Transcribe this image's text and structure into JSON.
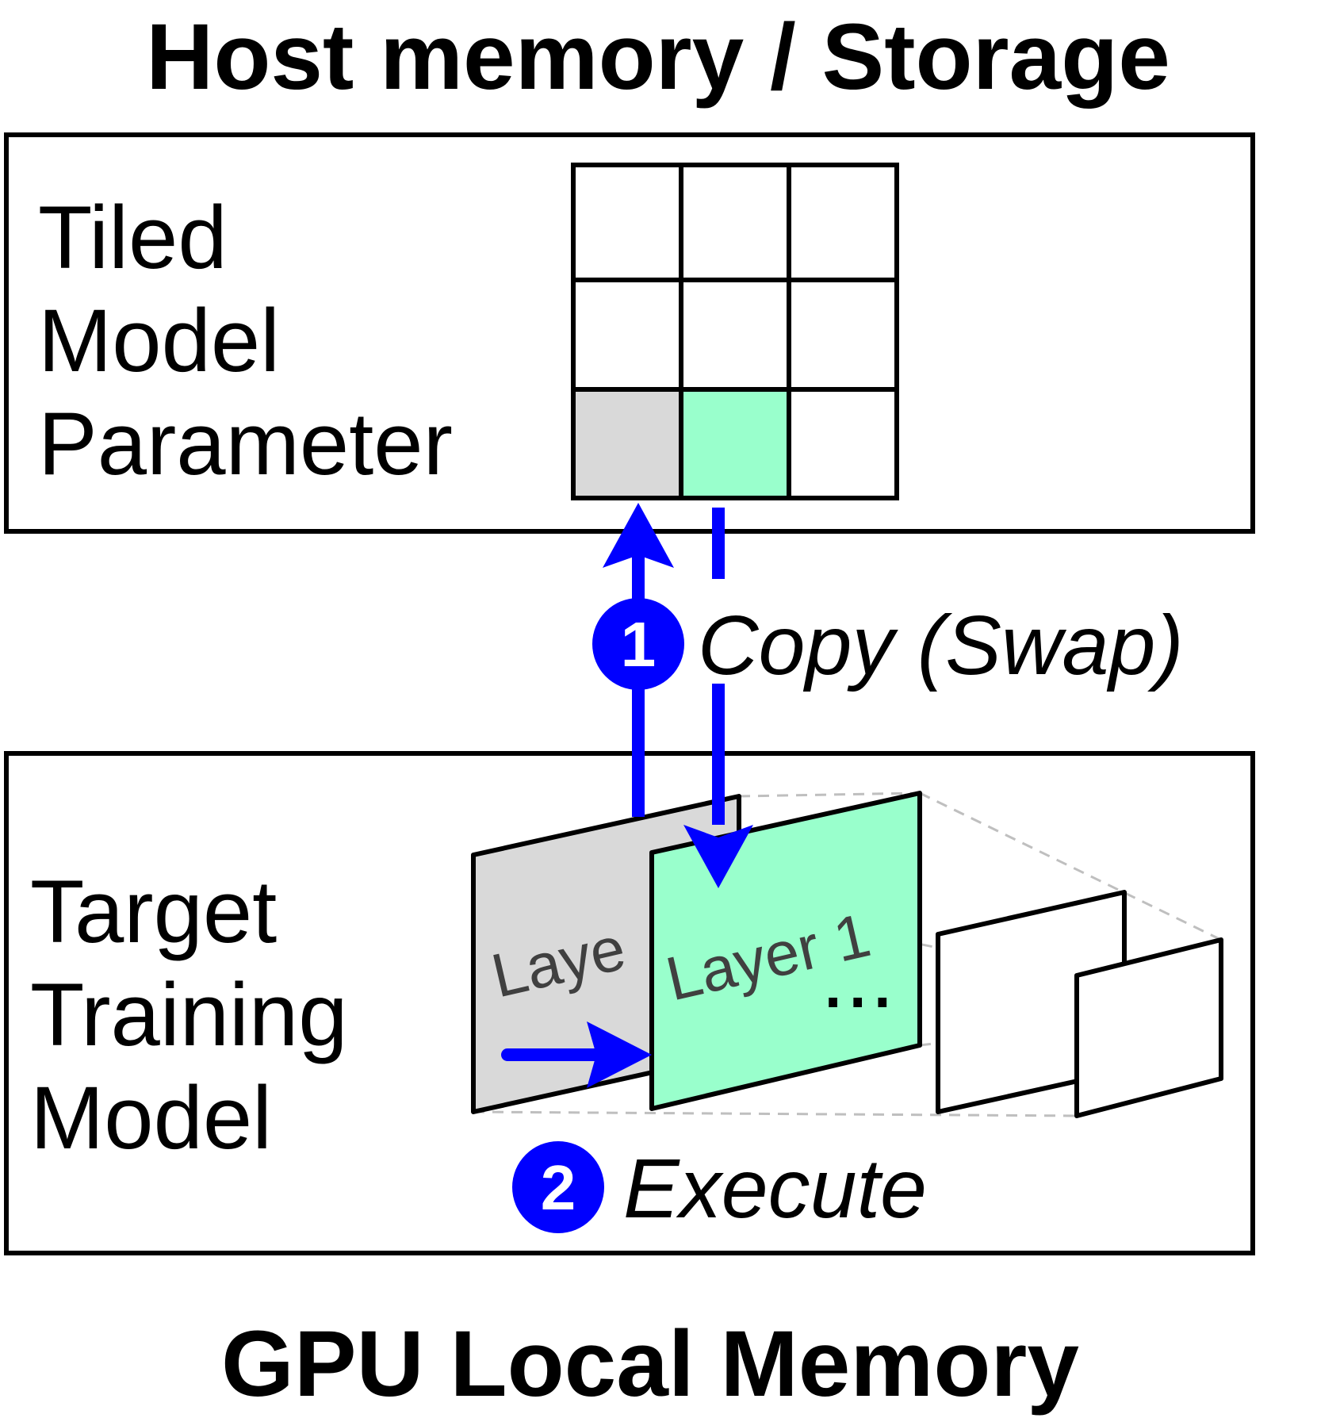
{
  "host": {
    "title": "Host memory / Storage",
    "label_lines": [
      "Tiled",
      "Model",
      "Parameter"
    ]
  },
  "gpu": {
    "title": "GPU Local Memory",
    "label_lines": [
      "Target",
      "Training",
      "Model"
    ]
  },
  "steps": [
    {
      "number": "1",
      "label": "Copy (Swap)"
    },
    {
      "number": "2",
      "label": "Execute"
    }
  ],
  "layers": {
    "back_label": "Laye",
    "front_label": "Layer 1",
    "ellipsis": "..."
  },
  "grid": {
    "rows": 3,
    "cols": 3,
    "highlighted_tiles": [
      {
        "row": 3,
        "col": 1,
        "color": "#d9d9d9"
      },
      {
        "row": 3,
        "col": 2,
        "color": "#99ffcc"
      }
    ]
  },
  "colors": {
    "arrow": "#0000ff",
    "grey_tile": "#d9d9d9",
    "green_tile": "#99ffcc",
    "dashed": "#bfbfbf"
  }
}
